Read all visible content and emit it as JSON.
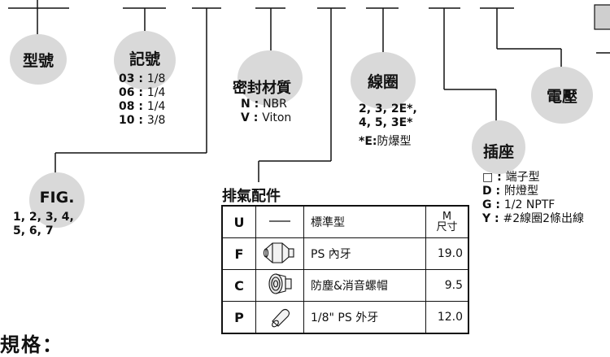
{
  "diagram": {
    "model_bubble": "型號",
    "code_bubble": "記號",
    "code_items": [
      {
        "code": "03",
        "value": "1/8"
      },
      {
        "code": "06",
        "value": "1/4"
      },
      {
        "code": "08",
        "value": "1/4"
      },
      {
        "code": "10",
        "value": "3/8"
      }
    ],
    "seal_title": "密封材質",
    "seal_items": [
      {
        "code": "N",
        "value": "NBR"
      },
      {
        "code": "V",
        "value": "Viton"
      }
    ],
    "coil_bubble": "線圈",
    "coil_line1": "2, 3, 2E*,",
    "coil_line2": "4, 5, 3E*",
    "coil_note_key": "*E:",
    "coil_note_text": "防爆型",
    "voltage_bubble": "電壓",
    "socket_bubble": "插座",
    "socket_items": [
      {
        "code": "□",
        "value": "端子型"
      },
      {
        "code": "D",
        "value": "附燈型"
      },
      {
        "code": "G",
        "value": "1/2 NPTF"
      },
      {
        "code": "Y",
        "value": "#2線圈2條出線"
      }
    ],
    "fig_bubble": "FIG.",
    "fig_line1": "1, 2, 3, 4,",
    "fig_line2": "5, 6, 7",
    "exhaust_title": "排氣配件",
    "exhaust_m_header": "M",
    "exhaust_m_sub": "尺寸",
    "exhaust_rows": [
      {
        "code": "U",
        "icon": "dash",
        "desc": "標準型",
        "m": ""
      },
      {
        "code": "F",
        "icon": "hex-fitting-icon",
        "desc": "PS 內牙",
        "m": "19.0"
      },
      {
        "code": "C",
        "icon": "muffler-icon",
        "desc": "防塵&消音螺帽",
        "m": "9.5"
      },
      {
        "code": "P",
        "icon": "plug-icon",
        "desc": "1/8\" PS 外牙",
        "m": "12.0"
      }
    ],
    "spec_heading": "規格："
  }
}
